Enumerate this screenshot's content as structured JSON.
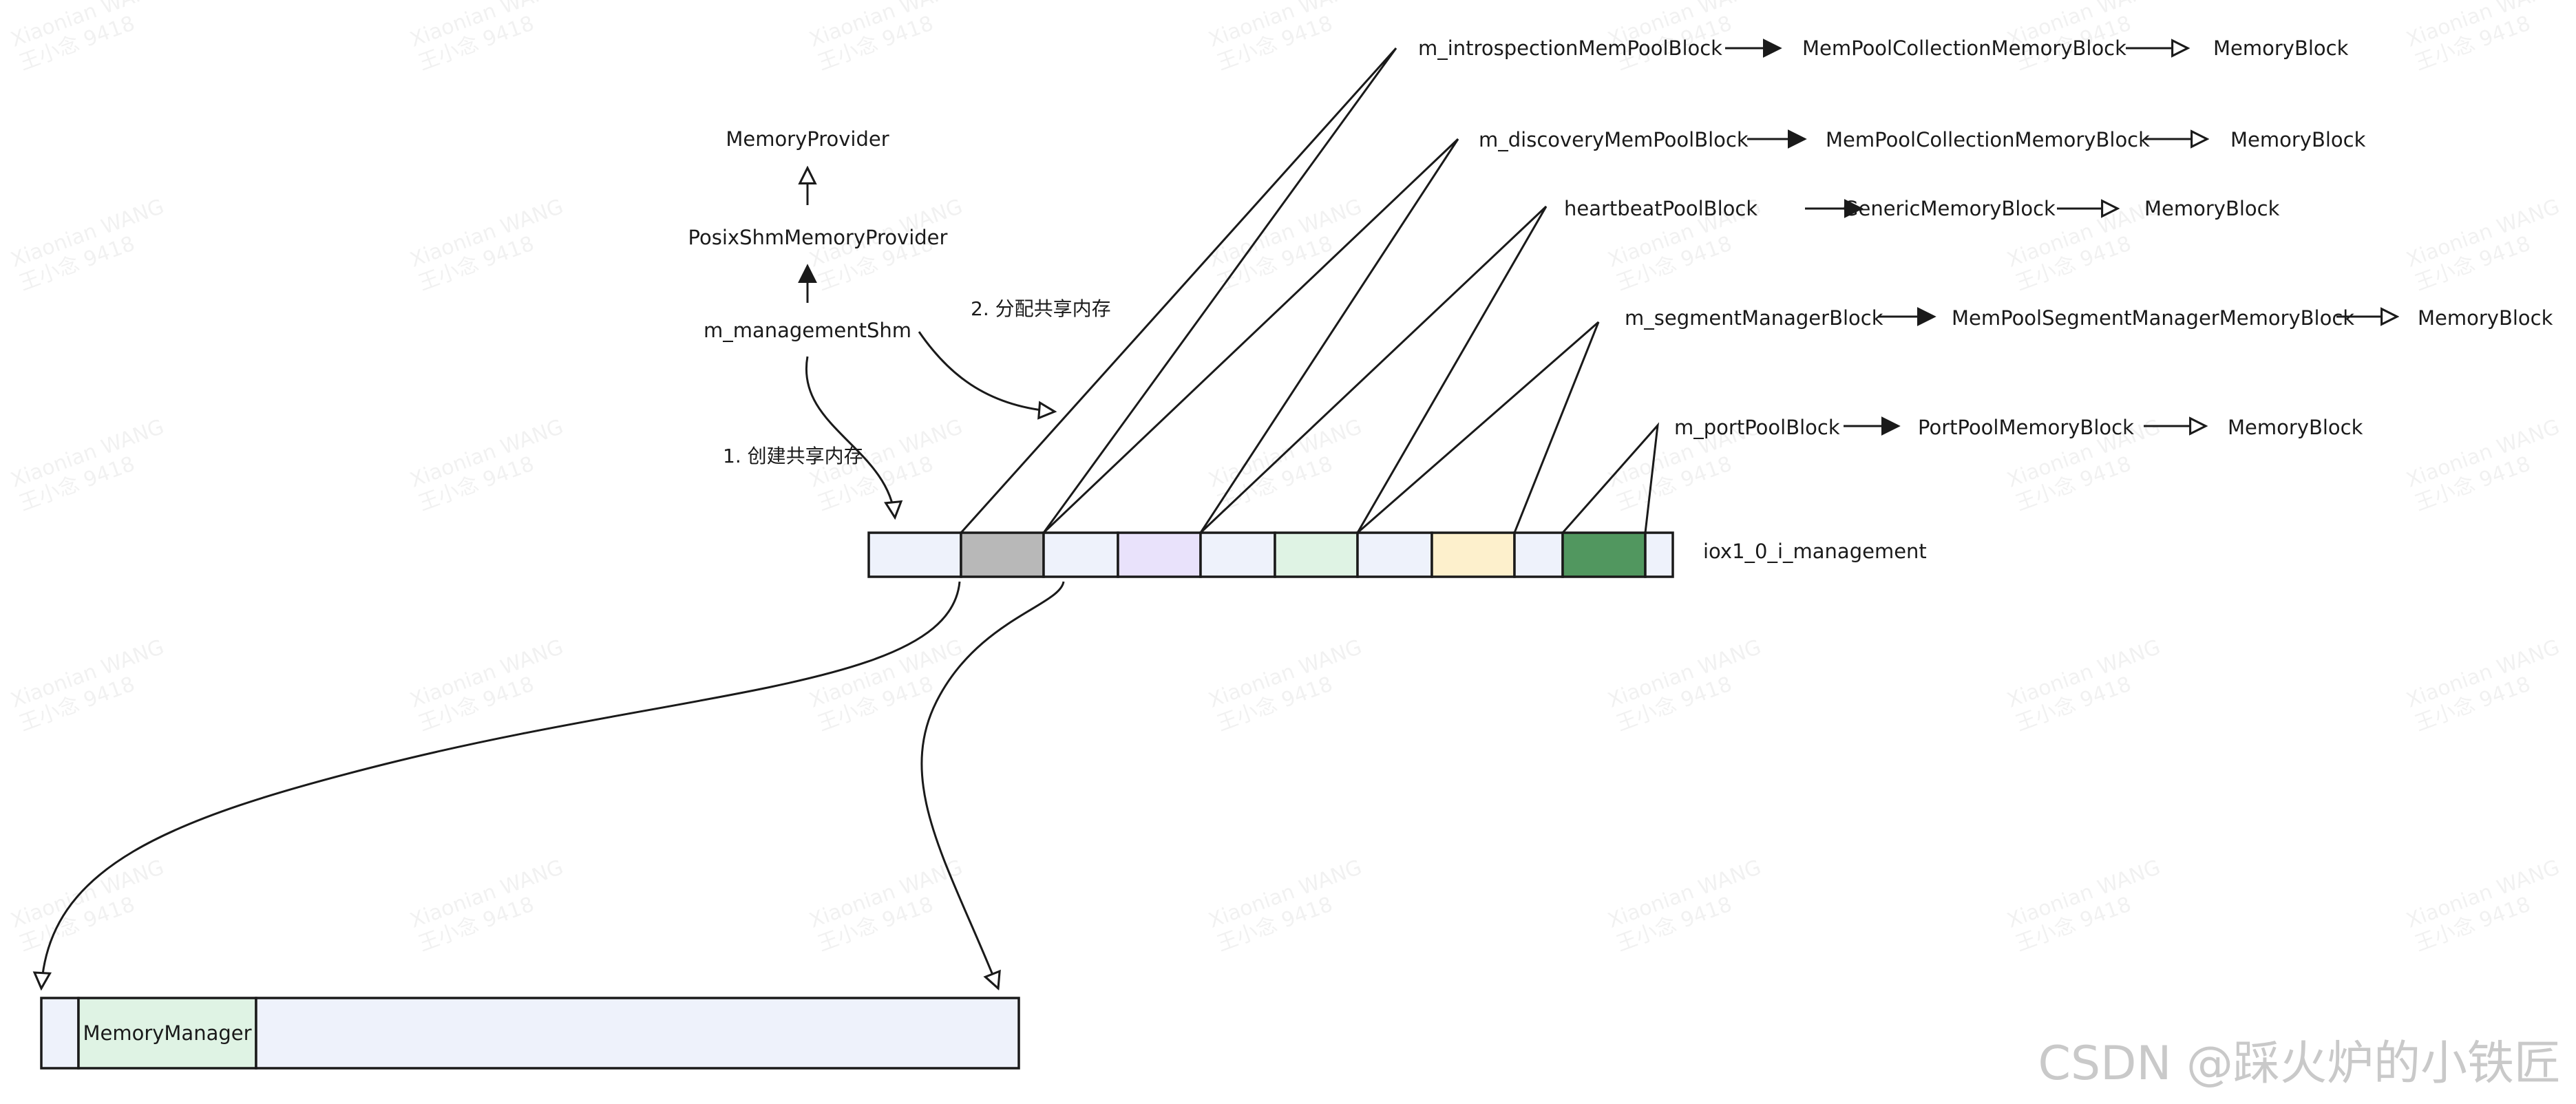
{
  "interfaces": {
    "memory_provider": "MemoryProvider",
    "posix_shm_memory_provider": "PosixShmMemoryProvider",
    "management_shm": "m_managementShm"
  },
  "steps": {
    "create_shm": "1. 创建共享内存",
    "allocate_shm": "2. 分配共享内存"
  },
  "shared_memory": {
    "label": "iox1_0_i_management",
    "segment_colors": [
      "#eef2fb",
      "#b8b8b8",
      "#eef2fb",
      "#e9e2fb",
      "#eef2fb",
      "#dff3e4",
      "#eef2fb",
      "#fdf0cc",
      "#eef2fb",
      "#51975f",
      "#eef2fb"
    ]
  },
  "blocks": [
    {
      "name": "m_introspectionMemPoolBlock",
      "type": "MemPoolCollectionMemoryBlock",
      "base": "MemoryBlock"
    },
    {
      "name": "m_discoveryMemPoolBlock",
      "type": "MemPoolCollectionMemoryBlock",
      "base": "MemoryBlock"
    },
    {
      "name": "heartbeatPoolBlock",
      "type": "GenericMemoryBlock",
      "base": "MemoryBlock"
    },
    {
      "name": "m_segmentManagerBlock",
      "type": "MemPoolSegmentManagerMemoryBlock",
      "base": "MemoryBlock"
    },
    {
      "name": "m_portPoolBlock",
      "type": "PortPoolMemoryBlock",
      "base": "MemoryBlock"
    }
  ],
  "memory_manager": {
    "label": "MemoryManager",
    "colors": [
      "#eef2fb",
      "#dff3e4",
      "#eef2fb"
    ]
  },
  "watermark": {
    "line1": "Xiaonian WANG",
    "line2": "王小念 9418"
  },
  "footer": "CSDN @踩火炉的小铁匠"
}
